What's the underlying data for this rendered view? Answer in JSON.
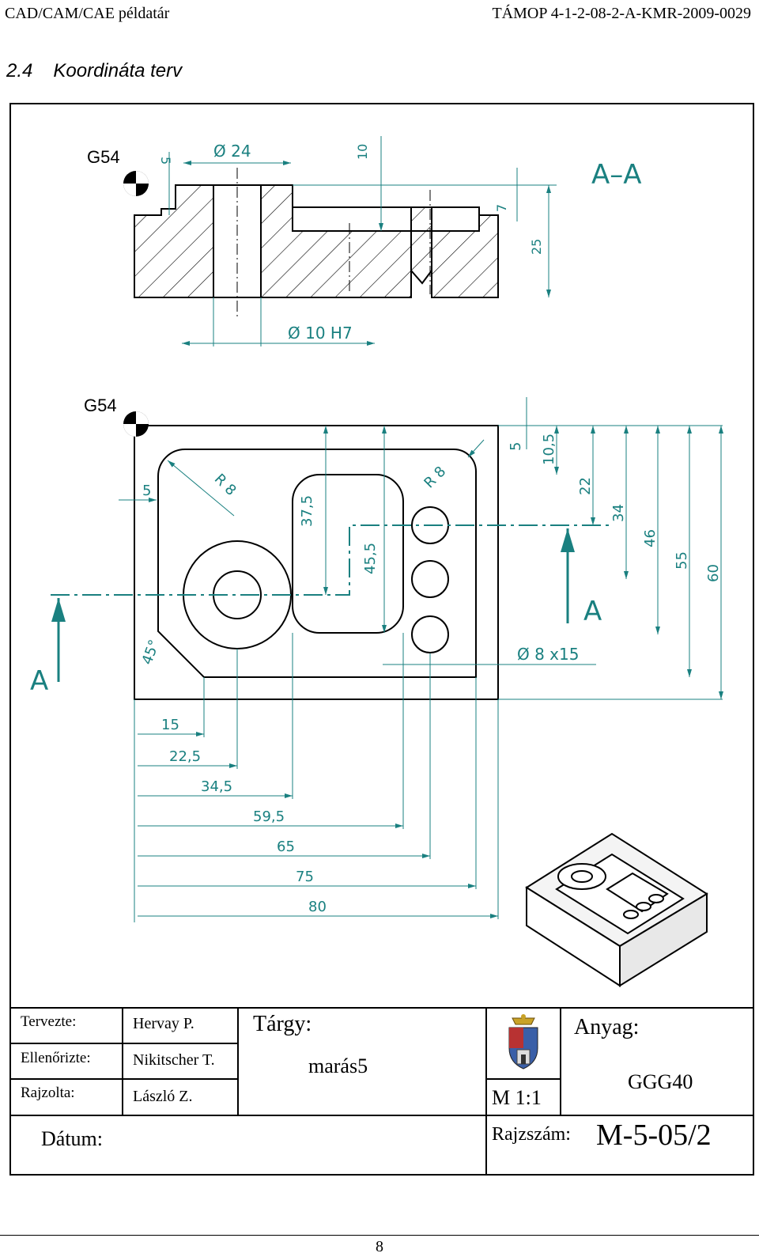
{
  "header": {
    "left": "CAD/CAM/CAE példatár",
    "right": "TÁMOP 4-1-2-08-2-A-KMR-2009-0029"
  },
  "section": {
    "number": "2.4",
    "title": "Koordináta terv"
  },
  "drawing": {
    "g54_top": "G54",
    "g54_plan": "G54",
    "section_label": "A–A",
    "section_arrow_left": "A",
    "section_arrow_right": "A",
    "dims_section": [
      "5",
      "Ø 24",
      "10",
      "7",
      "25",
      "Ø 10 H7"
    ],
    "dims_plan_left": [
      "5",
      "R 8",
      "45°",
      "37,5",
      "45,5",
      "R 8"
    ],
    "dims_plan_right": [
      "5",
      "10,5",
      "22",
      "34",
      "46",
      "55",
      "60"
    ],
    "dims_plan_hole": "Ø 8 x15",
    "dims_plan_bottom": [
      "15",
      "22,5",
      "34,5",
      "59,5",
      "65",
      "75",
      "80"
    ]
  },
  "title_block": {
    "designed_label": "Tervezte:",
    "designed_value": "Hervay P.",
    "checked_label": "Ellenőrizte:",
    "checked_value": "Nikitscher T.",
    "drawn_label": "Rajzolta:",
    "drawn_value": "László Z.",
    "subject_label": "Tárgy:",
    "subject_value": "marás5",
    "scale": "M 1:1",
    "material_label": "Anyag:",
    "material_value": "GGG40",
    "date_label": "Dátum:",
    "drawing_no_label": "Rajzszám:",
    "drawing_no_value": "M-5-05/2"
  },
  "page_number": "8",
  "colors": {
    "dimension": "#1a8080",
    "line": "#000000"
  }
}
